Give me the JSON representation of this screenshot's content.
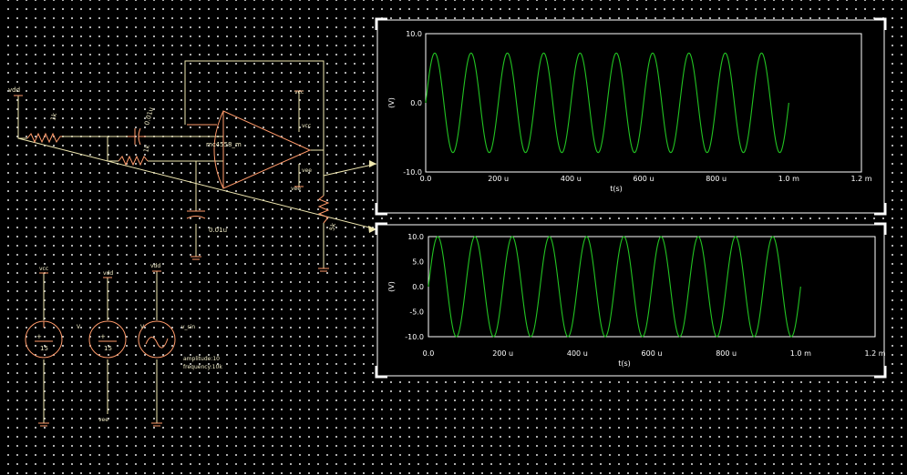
{
  "colors": {
    "background": "#000000",
    "wire": "#f0e8b0",
    "component": "#ff9a6a",
    "plot_frame": "#ffffff",
    "trace": "#22c322"
  },
  "schematic": {
    "components": [
      {
        "id": "r1",
        "label": "1k"
      },
      {
        "id": "c1",
        "label": "0.01u"
      },
      {
        "id": "r2",
        "label": "1k"
      },
      {
        "id": "c2",
        "label": "0.01u"
      },
      {
        "id": "r3",
        "label": "5k"
      },
      {
        "id": "u1",
        "label": "mc4558_m"
      },
      {
        "id": "vcc_top",
        "label": "vcc"
      },
      {
        "id": "vee_bot",
        "label": "vee"
      },
      {
        "id": "vdd_in",
        "label": "vdd"
      },
      {
        "id": "vsrc_vcc",
        "label": "15"
      },
      {
        "id": "vsrc_vee",
        "label": "15"
      },
      {
        "id": "vsrc_sin",
        "label": "v_sin"
      },
      {
        "id": "vsrc_sin_amp",
        "label": "amplitude:10"
      },
      {
        "id": "vsrc_sin_freq",
        "label": "frequency:10k"
      }
    ],
    "net_labels": {
      "vcc_src": "vcc",
      "vee_src": "vee",
      "vdd_src": "vdd",
      "vdd_left": "vdd",
      "vcc_opamp": "vcc",
      "vee_opamp": "vee"
    },
    "small_labels": {
      "src_vcc_name": "V",
      "src_vee_name": "V"
    }
  },
  "chart_data": [
    {
      "type": "line",
      "title": "",
      "xlabel": "t(s)",
      "ylabel": "(V)",
      "xlim": [
        0,
        0.0012
      ],
      "ylim": [
        -10,
        10
      ],
      "x_ticks": [
        "0.0",
        "200 u",
        "400 u",
        "600 u",
        "800 u",
        "1.0 m",
        "1.2 m"
      ],
      "y_ticks": [
        "10.0",
        "0.0",
        "-10.0"
      ],
      "grid": false,
      "series": [
        {
          "amplitude": 7.2,
          "frequency_hz": 10000,
          "t_start": 0,
          "t_end": 0.001,
          "phase_deg": 0
        }
      ]
    },
    {
      "type": "line",
      "title": "",
      "xlabel": "t(s)",
      "ylabel": "(V)",
      "xlim": [
        0,
        0.0012
      ],
      "ylim": [
        -10,
        10
      ],
      "x_ticks": [
        "0.0",
        "200 u",
        "400 u",
        "600 u",
        "800 u",
        "1.0 m",
        "1.2 m"
      ],
      "y_ticks": [
        "10.0",
        "5.0",
        "0.0",
        "-5.0",
        "-10.0"
      ],
      "grid": false,
      "series": [
        {
          "amplitude": 10,
          "frequency_hz": 10000,
          "t_start": 0,
          "t_end": 0.001,
          "phase_deg": 0
        }
      ]
    }
  ]
}
